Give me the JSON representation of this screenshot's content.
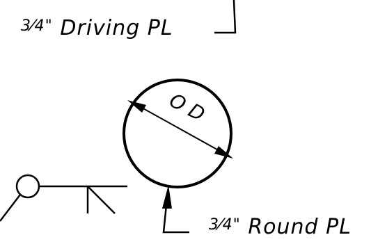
{
  "labels": {
    "driving_plate": {
      "fraction": "3⁄4\"",
      "text": " Driving PL"
    },
    "round_plate": {
      "fraction": "3⁄4\"",
      "text": " Round PL"
    },
    "dimension_text": "O D"
  },
  "colors": {
    "ink": "#000000",
    "background": "#ffffff"
  }
}
